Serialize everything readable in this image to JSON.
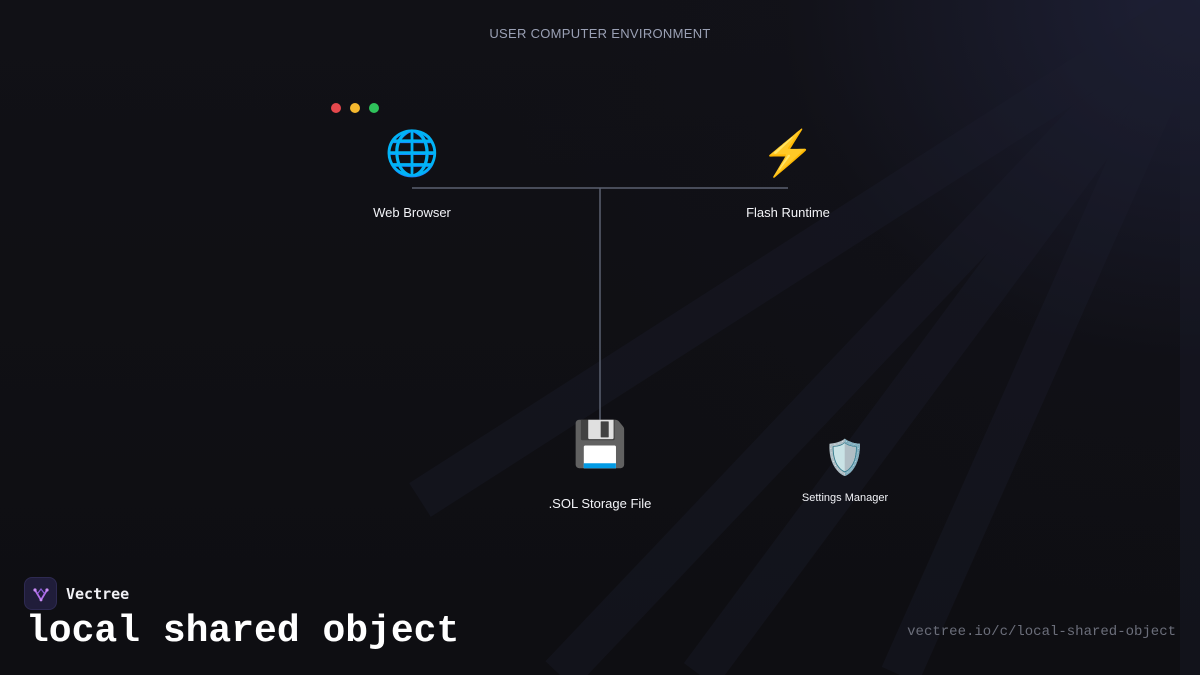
{
  "environment_label": "USER COMPUTER ENVIRONMENT",
  "nodes": {
    "browser": {
      "label": "Web Browser",
      "icon": "globe-icon",
      "glyph": "🌐"
    },
    "flash": {
      "label": "Flash Runtime",
      "icon": "lightning-icon",
      "glyph": "⚡"
    },
    "sol": {
      "label": ".SOL Storage File",
      "icon": "floppy-disk-icon",
      "glyph": "💾"
    },
    "settings": {
      "label": "Settings Manager",
      "icon": "shield-icon",
      "glyph": "🛡️"
    }
  },
  "brand": {
    "name": "Vectree"
  },
  "title": "local shared object",
  "url": "vectree.io/c/local-shared-object",
  "colors": {
    "background": "#0f0f13",
    "edge": "#5a6070",
    "dot_red": "#e5484d",
    "dot_yellow": "#f5b82e",
    "dot_green": "#2fc25b",
    "brand_accent": "#b06ee8"
  }
}
